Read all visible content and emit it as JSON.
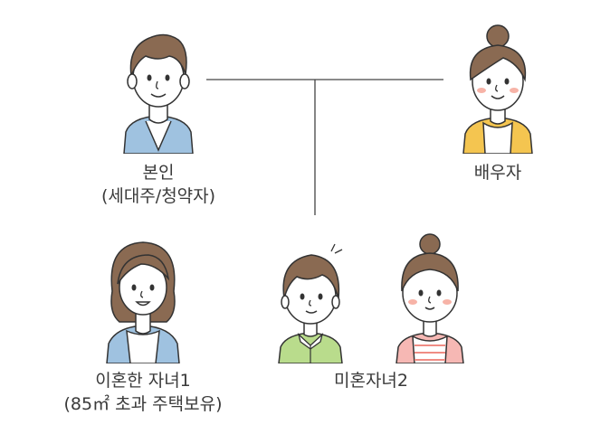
{
  "people": {
    "self": {
      "line1": "본인",
      "line2": "(세대주/청약자)"
    },
    "spouse": {
      "line1": "배우자"
    },
    "married_child": {
      "line1": "이혼한 자녀1",
      "line2": "(85㎡ 초과 주택보유)"
    },
    "unmarried_child": {
      "line1": "미혼자녀2"
    }
  },
  "colors": {
    "line": "#444444",
    "hair": "#8a6a52",
    "skin": "#ffffff",
    "self_shirt": "#9fc2e0",
    "spouse_shirt": "#f4c550",
    "married_child_shirt": "#9fc2e0",
    "boy_shirt": "#b9dc8c",
    "girl_shirt": "#f6b8b4",
    "cheek": "#f7b3a7"
  }
}
